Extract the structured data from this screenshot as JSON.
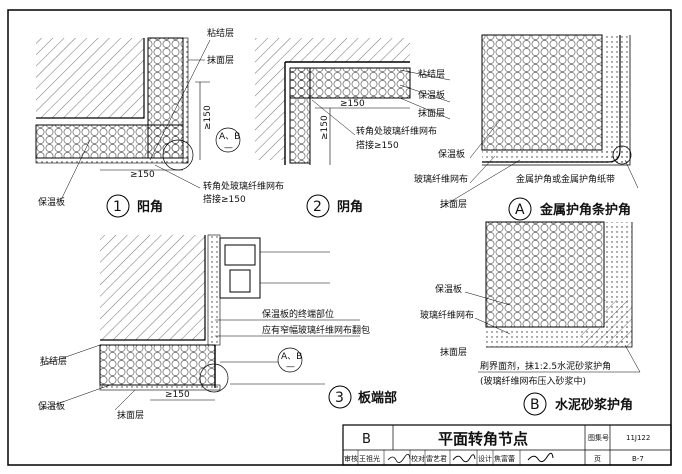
{
  "detail1": {
    "number": "1",
    "title": "阳角",
    "bond_layer": "粘结层",
    "finish_layer": "抹面层",
    "insulation": "保温板",
    "dim_v": "≥150",
    "dim_h": "≥150",
    "mesh_note": "转角处玻璃纤维网布",
    "overlap_note": "搭接≥150",
    "ref": "A、B",
    "ref_sub": "—"
  },
  "detail2": {
    "number": "2",
    "title": "阴角",
    "bond_layer": "粘结层",
    "insulation": "保温板",
    "finish_layer": "抹面层",
    "dim_h": "≥150",
    "dim_v": "≥150",
    "mesh_note": "转角处玻璃纤维网布",
    "overlap_note": "搭接≥150"
  },
  "detail3": {
    "number": "3",
    "title": "板端部",
    "bond_layer": "粘结层",
    "insulation": "保温板",
    "finish_layer": "抹面层",
    "dim_h": "≥150",
    "note1": "保温板的终端部位",
    "note2": "应有窄幅玻璃纤维网布翻包",
    "ref": "A、B",
    "ref_sub": "—"
  },
  "detailA": {
    "letter": "A",
    "title": "金属护角条护角",
    "insulation": "保温板",
    "mesh": "玻璃纤维网布",
    "metal": "金属护角或金属护角纸带",
    "finish_layer": "抹面层"
  },
  "detailB": {
    "letter": "B",
    "title": "水泥砂浆护角",
    "insulation": "保温板",
    "mesh": "玻璃纤维网布",
    "finish_layer": "抹面层",
    "note1": "刷界面剂，抹1:2.5水泥砂浆护角",
    "note2": "(玻璃纤维网布压入砂浆中)"
  },
  "title_block": {
    "section": "B",
    "title": "平面转角节点",
    "atlas_label": "图集号",
    "atlas_no": "11J122",
    "review_label": "审核",
    "reviewer": "王祖光",
    "proof_label": "校对",
    "proofer": "雷艺君",
    "design_label": "设计",
    "designer": "焦富蕾",
    "page_label": "页",
    "page": "B-7"
  }
}
